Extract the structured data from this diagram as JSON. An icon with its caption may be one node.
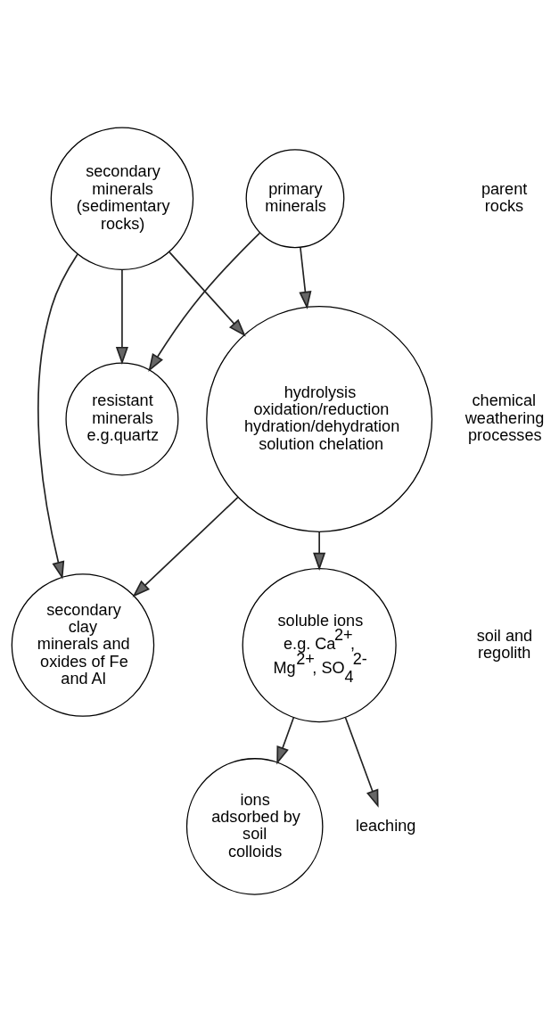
{
  "diagram": {
    "nodes": [
      {
        "text": [
          "primary minerals"
        ]
      },
      {
        "text": [
          "secondary minerals (sedimentary rocks)"
        ]
      },
      {
        "text": [
          "hydrolysis oxidation/reduction hydration/dehydration solution chelation"
        ]
      },
      {
        "text": [
          "resistant minerals e.g.quartz"
        ]
      },
      {
        "text": [
          "secondary clay minerals and oxides of Fe and Al"
        ]
      },
      {
        "text": [
          "soluble ions e.g. Ca$^{2+}$, Mg$^{2+}$, SO$_{4}$$^{2-}$"
        ]
      },
      {
        "text": [
          "ions adsorbed by soil colloids"
        ]
      },
      {
        "text": [
          "leaching"
        ]
      }
    ],
    "edges": [
      {
        "from": 0,
        "to": 2,
        "arrow": "to"
      },
      {
        "from": 1,
        "to": 2,
        "arrow": "to"
      },
      {
        "from": 0,
        "to": 3,
        "arrow": "to"
      },
      {
        "from": 1,
        "to": 3,
        "arrow": "to"
      },
      {
        "from": 1,
        "to": 4,
        "arrow": "to"
      },
      {
        "from": 2,
        "to": 4,
        "arrow": "to"
      },
      {
        "from": 2,
        "to": 5,
        "arrow": "to"
      },
      {
        "from": 5,
        "to": 6,
        "arrow": "to"
      },
      {
        "from": 5,
        "to": 7,
        "arrow": "to"
      }
    ],
    "labels": [
      "parent rocks",
      "chemical weathering processes",
      "soil and regolith"
    ]
  }
}
